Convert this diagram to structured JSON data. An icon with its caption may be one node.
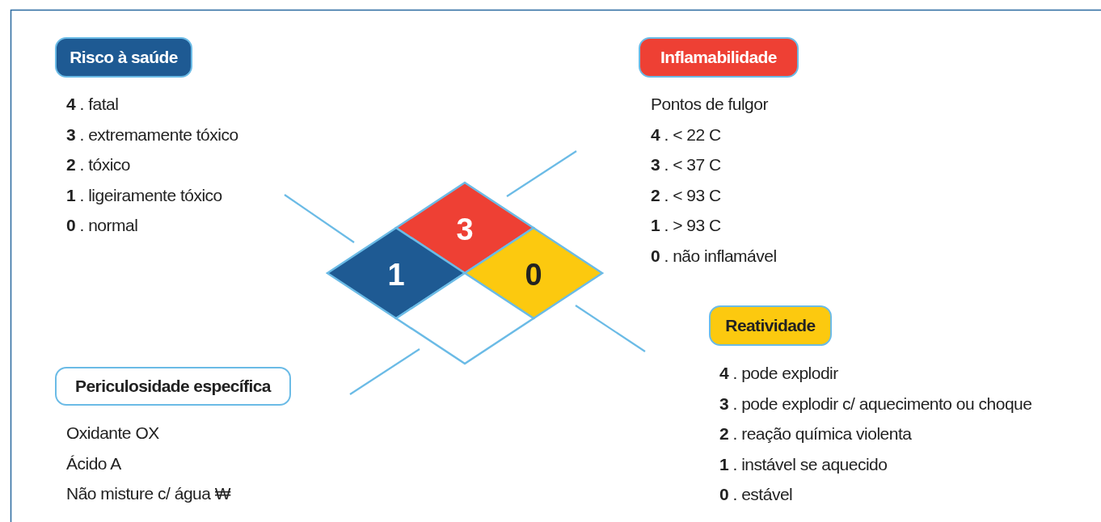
{
  "diagram": {
    "nodes": [
      {
        "text": [
          "Risco à saúde"
        ],
        "beside": [
          "**4** . fatal",
          "**3** . extremamente tóxico",
          "**2** . tóxico",
          "**1** . ligeiramente tóxico",
          "**0** . normal"
        ]
      },
      {
        "text": [
          "Inflamabilidade"
        ],
        "beside": [
          "Pontos de fulgor",
          "**4** . < 22 C",
          "**3** . < 37 C",
          "**2** . < 93 C",
          "**1** . > 93 C",
          "**0** . não inflamável"
        ]
      },
      {
        "text": [
          "Reatividade"
        ],
        "beside": [
          "**4** . pode explodir",
          "**3** . pode explodir c/ aquecimento ou choque",
          "**2** . reação química violenta",
          "**1** . instável se aquecido",
          "**0** . estável"
        ]
      },
      {
        "text": [
          "Periculosidade específica"
        ],
        "beside": [
          "Oxidante OX",
          "Ácido A",
          "Não misture c/ água ₩"
        ]
      },
      {
        "text": [
          "3"
        ]
      },
      {
        "text": [
          "1"
        ]
      },
      {
        "text": [
          "0"
        ]
      },
      {
        "text": [],
        "shape": "diamond"
      }
    ],
    "edges": []
  }
}
